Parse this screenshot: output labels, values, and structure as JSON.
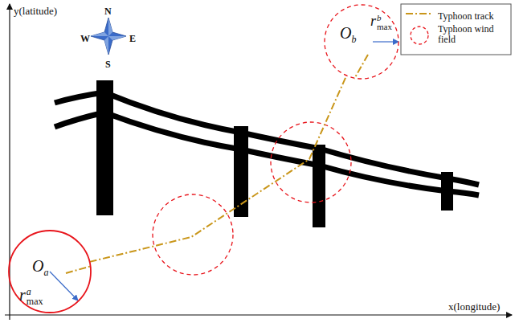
{
  "diagram": {
    "nodes": [
      {
        "text": [
          "Oa",
          "rmaxa"
        ]
      },
      {
        "text": [
          "Ob",
          "rmaxb"
        ]
      }
    ],
    "edges": [
      {
        "from": 0,
        "to": 1,
        "arrow": "none"
      }
    ],
    "labels": [
      "y(latitude)",
      "x(longitude)",
      "N",
      "S",
      "W",
      "E"
    ],
    "legend": [
      {
        "text": "Typhoon track"
      },
      {
        "text": "Typhoon wind field"
      }
    ]
  }
}
